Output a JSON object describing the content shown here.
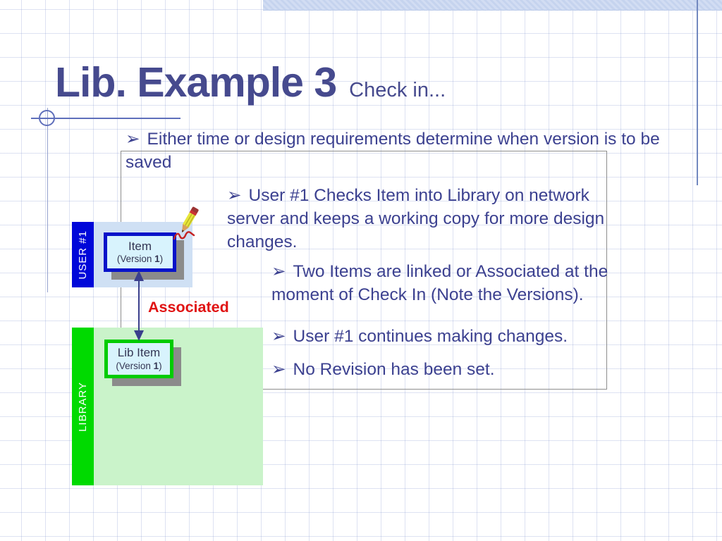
{
  "slide": {
    "title": "Lib. Example 3",
    "subtitle": "Check in...",
    "bullet_glyph": "➢",
    "bullets": [
      {
        "text": "Either time or design requirements determine when version is to be saved"
      },
      {
        "text": "User #1 Checks Item into Library on network server and keeps a working copy for more design changes."
      },
      {
        "text": "Two Items are linked or Associated at the moment of Check In (Note the Versions)."
      },
      {
        "text": "User #1 continues making changes."
      },
      {
        "text": "No Revision has been set."
      }
    ],
    "diagram": {
      "user_lane_label": "USER #1",
      "library_lane_label": "LIBRARY",
      "association_label": "Associated",
      "item_box": {
        "name": "Item",
        "version_prefix": "(Version ",
        "version_number": "1",
        "version_suffix": ")"
      },
      "lib_item_box": {
        "name": "Lib Item",
        "version_prefix": "(Version ",
        "version_number": "1",
        "version_suffix": ")"
      }
    },
    "colors": {
      "title_text": "#464a8e",
      "body_text": "#3c4190",
      "association_red": "#e01212",
      "user_bar_blue": "#0007d9",
      "library_bar_green": "#00da00",
      "item_border_blue": "#0712c9",
      "lib_item_border_green": "#00cc00",
      "box_fill_cyan": "#d8f3fd",
      "user_lane_fill": "#cfe0f4",
      "library_lane_fill": "#caf3ca",
      "shadow_gray": "#8b8b8b",
      "top_bar_fill": "#cbd7f0"
    }
  }
}
